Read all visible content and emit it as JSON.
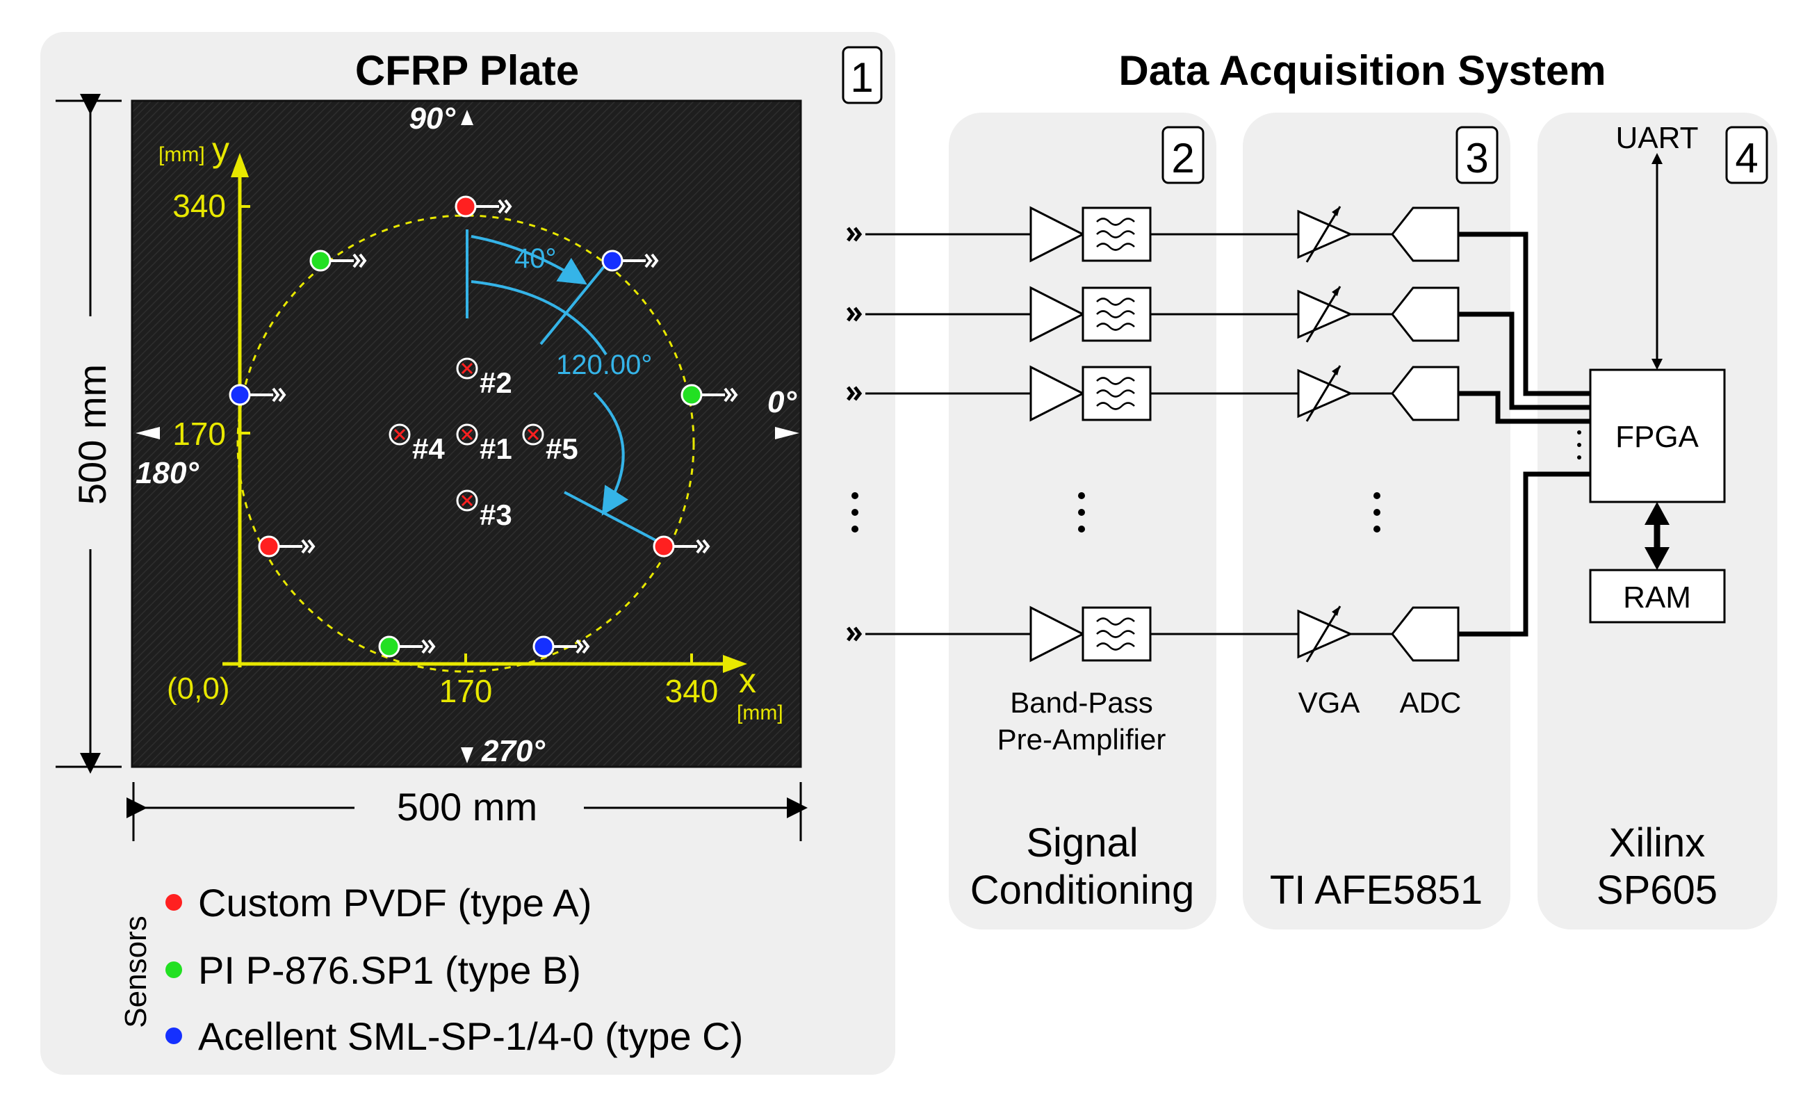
{
  "left_panel": {
    "title": "CFRP Plate",
    "number": "1",
    "dim_vertical": "500 mm",
    "dim_horizontal": "500 mm",
    "axis_unit_y": "[mm]",
    "axis_unit_x": "[mm]",
    "axis_y": "y",
    "axis_x": "x",
    "y_ticks": [
      "340",
      "170"
    ],
    "x_ticks": [
      "170",
      "340"
    ],
    "origin": "(0,0)",
    "angles": {
      "a90": "90°",
      "a0": "0°",
      "a180": "180°",
      "a270": "270°"
    },
    "arc_labels": {
      "small": "40°",
      "large": "120.00°"
    },
    "damages": [
      "#1",
      "#2",
      "#3",
      "#4",
      "#5"
    ],
    "legend_title": "Sensors",
    "legend": [
      {
        "label": "Custom PVDF (type A)",
        "color": "#ff2020"
      },
      {
        "label": "PI P-876.SP1 (type B)",
        "color": "#22e022"
      },
      {
        "label": "Acellent SML-SP-1/4-0 (type C)",
        "color": "#1530ff"
      }
    ]
  },
  "das": {
    "title": "Data Acquisition System",
    "blocks": [
      {
        "number": "2",
        "footer_line1": "Signal",
        "footer_line2": "Conditioning",
        "sub_line1": "Band-Pass",
        "sub_line2": "Pre-Amplifier"
      },
      {
        "number": "3",
        "footer_line1": "TI AFE5851",
        "sub_vga": "VGA",
        "sub_adc": "ADC"
      },
      {
        "number": "4",
        "footer_line1": "Xilinx",
        "footer_line2": "SP605",
        "uart": "UART",
        "fpga": "FPGA",
        "ram": "RAM"
      }
    ]
  }
}
